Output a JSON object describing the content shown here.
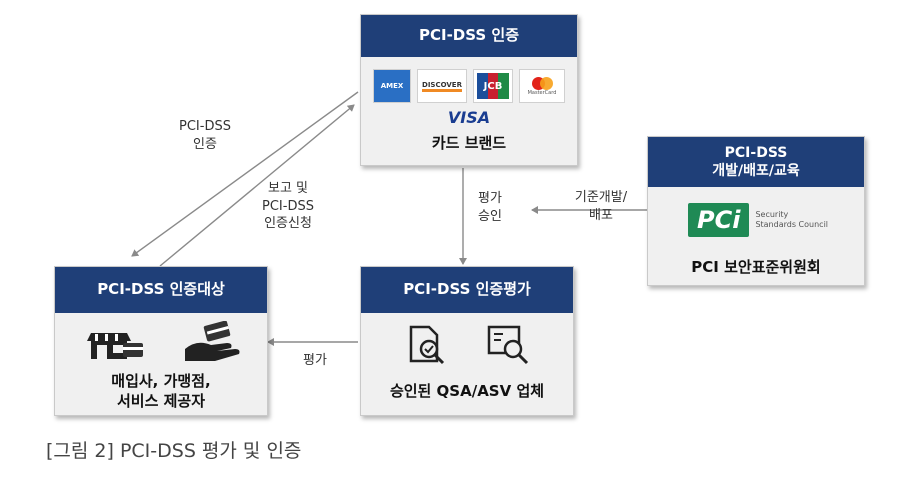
{
  "caption": "[그림 2] PCI-DSS 평가 및 인증",
  "boxes": {
    "cert": {
      "title": "PCI-DSS 인증",
      "logos": {
        "amex": "AMEX",
        "discover": "DISCOVER",
        "jcb": "JCB",
        "mastercard": "MasterCard",
        "visa": "VISA"
      },
      "label": "카드 브랜드"
    },
    "target": {
      "title": "PCI-DSS 인증대상",
      "label_line1": "매입사, 가맹점,",
      "label_line2": "서비스 제공자"
    },
    "eval": {
      "title": "PCI-DSS 인증평가",
      "label": "승인된 QSA/ASV 업체"
    },
    "council": {
      "title_line1": "PCI-DSS",
      "title_line2": "개발/배포/교육",
      "logo_text": "PCi",
      "logo_sub1": "Security",
      "logo_sub2": "Standards Council",
      "label": "PCI 보안표준위원회"
    }
  },
  "arrows": {
    "cert_to_target": {
      "line1": "PCI-DSS",
      "line2": "인증"
    },
    "target_to_cert": {
      "line1": "보고 및",
      "line2": "PCI-DSS",
      "line3": "인증신청"
    },
    "cert_to_eval": {
      "line1": "평가",
      "line2": "승인"
    },
    "council_to_cert": {
      "line1": "기준개발/",
      "line2": "배포"
    },
    "eval_to_target": {
      "line1": "평가"
    }
  },
  "colors": {
    "header": "#1f3f78",
    "box_bg": "#f0f0f0",
    "arrow": "#8a8a8a"
  },
  "icons": [
    "credit-card-logos",
    "store-icon",
    "handshake-card-icon",
    "document-search-icon",
    "audit-search-icon",
    "pci-logo"
  ]
}
